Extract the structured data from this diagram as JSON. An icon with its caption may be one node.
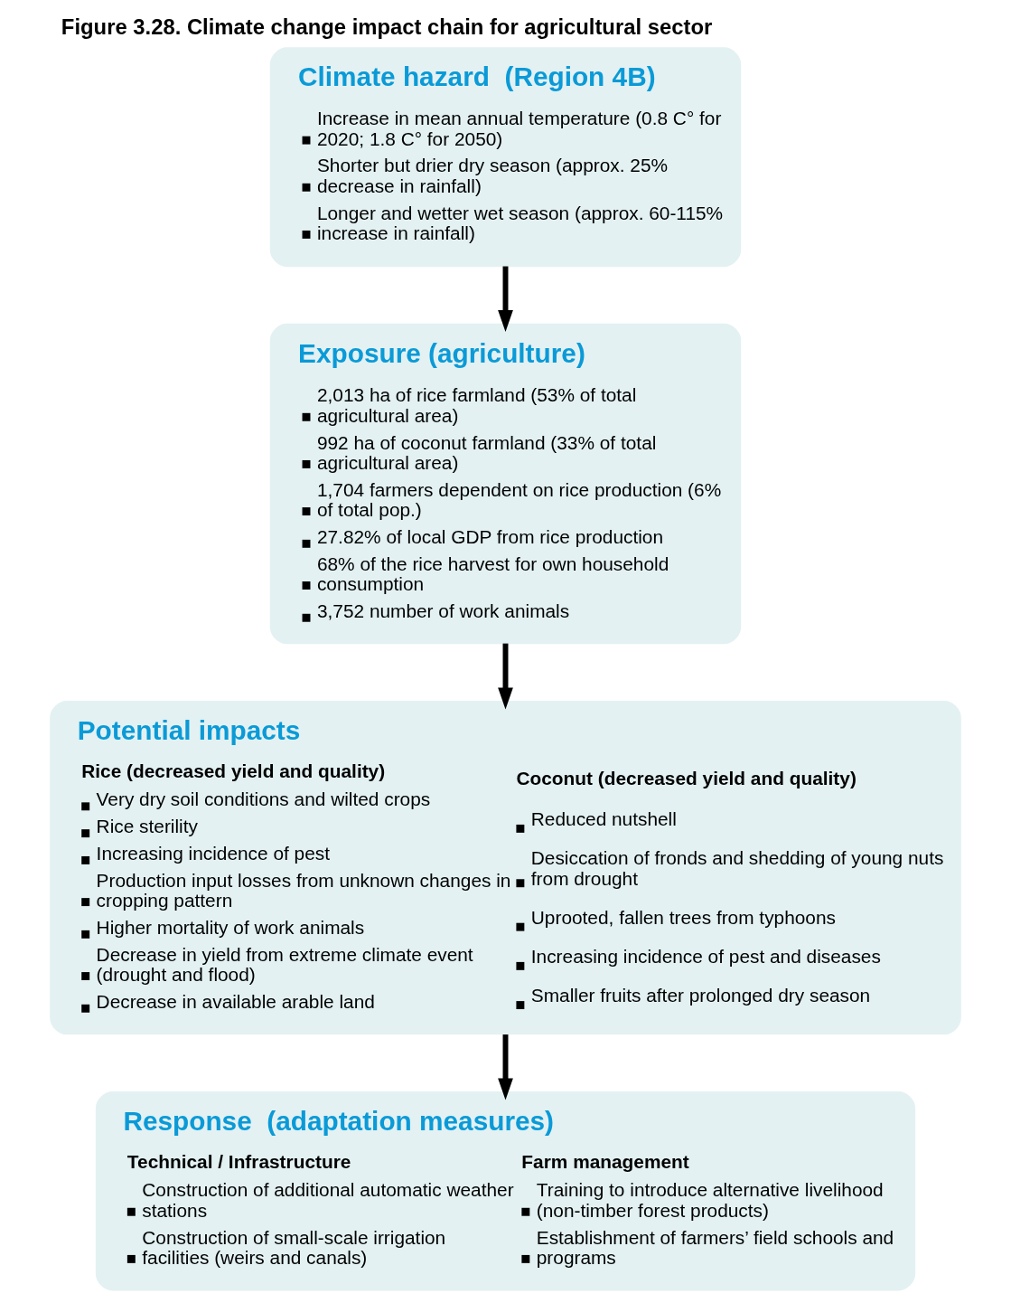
{
  "diagram": {
    "title": "Figure 3.28. Climate change impact chain for agricultural sector",
    "nodes": [
      {
        "text": [
          "Climate hazard  (Region 4B)",
          "Increase in mean annual temperature (0.8 C° for 2020; 1.8 C° for 2050)",
          "Shorter but drier dry season (approx. 25% decrease in rainfall)",
          "Longer and wetter wet season (approx. 60-115% increase in rainfall)"
        ]
      },
      {
        "text": [
          "Exposure (agriculture)",
          "2,013 ha of rice farmland (53% of total agricultural area)",
          "992 ha of coconut farmland (33% of total agricultural area)",
          "1,704 farmers dependent on rice production (6% of total pop.)",
          "27.82% of local GDP from rice production",
          "68% of the rice harvest for own household consumption",
          "3,752 number of work animals"
        ]
      },
      {
        "text": [
          "Potential impacts",
          "Rice (decreased yield and quality)",
          "Very dry soil conditions and wilted crops",
          "Rice sterility",
          "Increasing incidence of pest",
          "Production input losses from unknown changes in cropping pattern",
          "Higher mortality of work animals",
          "Decrease in yield from extreme climate event (drought and flood)",
          "Decrease in available arable land",
          "Coconut (decreased yield and quality)",
          "Reduced nutshell",
          "Desiccation of fronds and shedding of young nuts from drought",
          "Uprooted, fallen trees from typhoons",
          "Increasing incidence of pest and diseases",
          "Smaller fruits after prolonged dry season"
        ]
      },
      {
        "text": [
          "Response  (adaptation measures)",
          "Technical / Infrastructure",
          "Construction of additional automatic weather stations",
          "Construction of small-scale irrigation facilities (weirs and canals)",
          "Farm management",
          "Training to introduce alternative livelihood (non-timber forest products)",
          "Establishment of farmers’ field schools and programs"
        ]
      }
    ],
    "edges": [
      {
        "from": 0,
        "to": 1,
        "arrow": "to"
      },
      {
        "from": 1,
        "to": 2,
        "arrow": "to"
      },
      {
        "from": 2,
        "to": 3,
        "arrow": "to"
      }
    ]
  }
}
